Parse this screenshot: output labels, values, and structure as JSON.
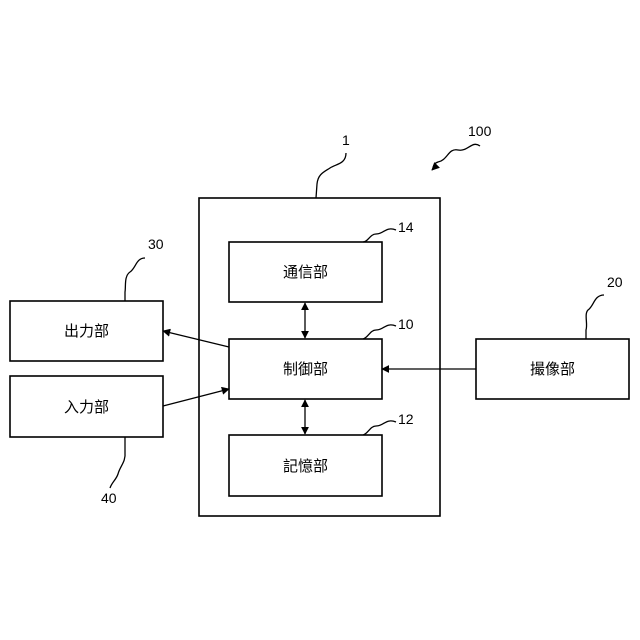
{
  "ref_numbers": {
    "system": "100",
    "apparatus": "1",
    "communication": "14",
    "control": "10",
    "storage": "12",
    "output": "30",
    "input": "40",
    "imaging": "20"
  },
  "blocks": {
    "communication": "通信部",
    "control": "制御部",
    "storage": "記憶部",
    "output": "出力部",
    "input": "入力部",
    "imaging": "撮像部"
  }
}
